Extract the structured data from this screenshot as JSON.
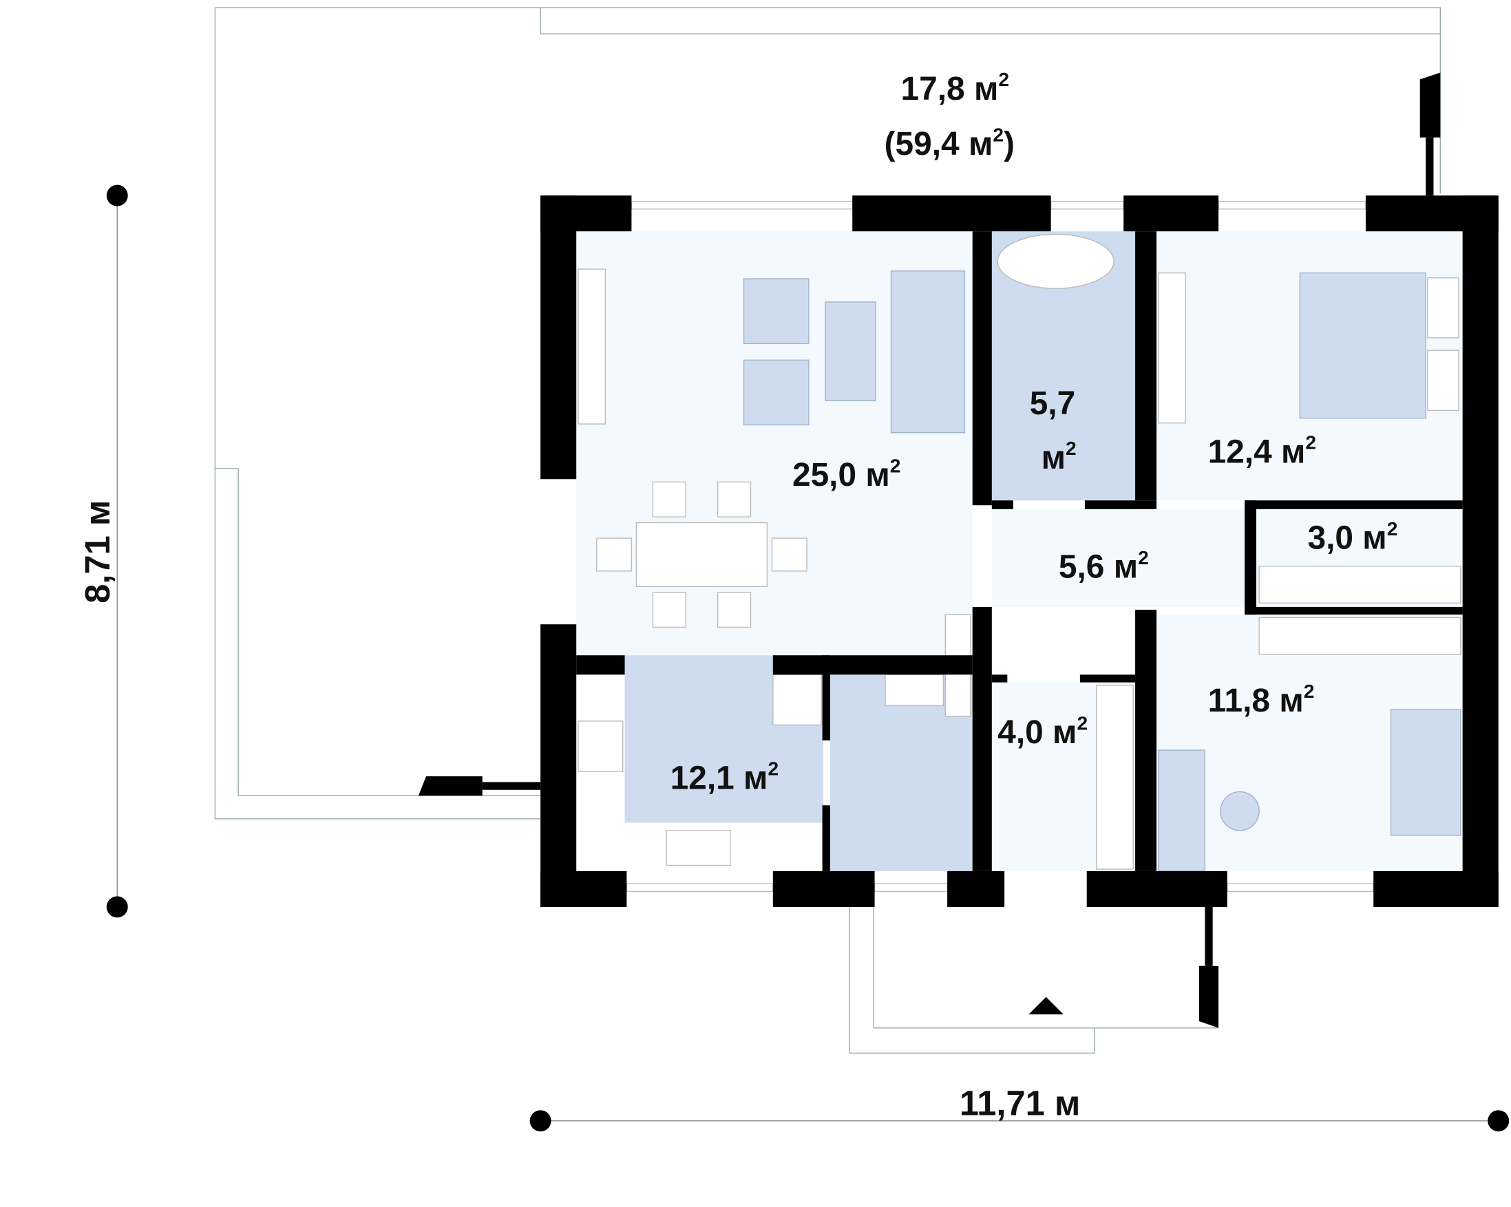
{
  "dimensions": {
    "width": "11,71 м",
    "height": "8,71 м"
  },
  "terrace": {
    "area": "17,8 м",
    "total": "(59,4 м",
    "total_close": ")"
  },
  "rooms": [
    {
      "id": "living",
      "area": "25,0 м"
    },
    {
      "id": "bathroom",
      "area_num": "5,7",
      "area_unit": "м"
    },
    {
      "id": "bedroom",
      "area": "12,4 м"
    },
    {
      "id": "wardrobe",
      "area": "3,0 м"
    },
    {
      "id": "hall",
      "area": "5,6 м"
    },
    {
      "id": "vestibule",
      "area": "4,0 м"
    },
    {
      "id": "room",
      "area": "11,8 м"
    },
    {
      "id": "kitchen",
      "area": "12,1 м"
    }
  ],
  "sup": "2",
  "colors": {
    "wall": "#000000",
    "room_light": "#f4f9fd",
    "room_blue": "#cfdcef"
  }
}
